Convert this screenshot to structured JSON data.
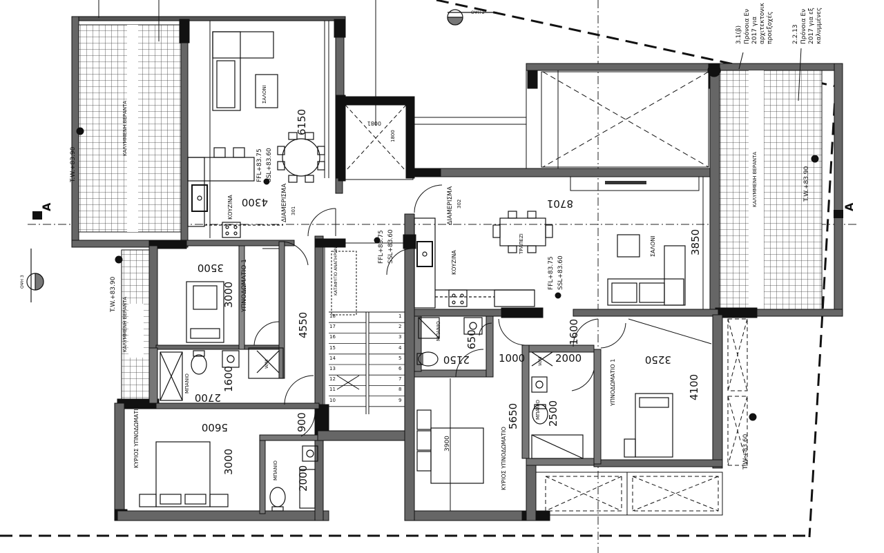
{
  "apartment_301": {
    "veranda_left": "ΚΑΛΥΜΜΕΝΗ ΒΕΡΑΝΤΑ",
    "veranda_left_level": "T.W.+83.90",
    "saloni": "ΣΑΛΟΝΙ",
    "kouzina": "ΚΟΥΖΙΝΑ",
    "apartment_label": "ΔΙΑΜΕΡΙΣΜΑ",
    "apartment_number": "301",
    "ffl": "FFL+83.75",
    "ssl": "SSL+83.60",
    "dim_6150": "6150",
    "dim_4300": "4300",
    "bedroom1": "ΥΠΝΟΔΩΜΑΤΙΟ 1",
    "dim_3500": "3500",
    "dim_3000a": "3000",
    "dim_4550": "4550",
    "bath": "ΜΠΑΝΙΟ",
    "wm": "W/M",
    "dim_1600": "1600",
    "dim_2700": "2700",
    "small_veranda": "ΚΑΛΥΜΜΕΝΗ ΒΕΡΑΝΤΑ",
    "small_veranda_level": "T.W.+83.90",
    "master": "ΚΥΡΙΟΣ ΥΠΝΟΔΩΜΑΤΙΟ",
    "dim_5600": "5600",
    "dim_3000b": "3000",
    "dim_900": "900",
    "bath2": "ΜΠΑΝΙΟ",
    "dim_2000": "2000"
  },
  "core": {
    "shaft_dim_top": "0081",
    "shaft_dim_side": "1800",
    "ffl": "FFL+83.75",
    "ssl": "SSL+83.60",
    "storage": "ΚΑΤΑΦΥΓΙΟ ΑΝΑΠΗΡΩΝ",
    "stairs_left": [
      "18",
      "17",
      "16",
      "15",
      "14",
      "13",
      "12",
      "11",
      "10"
    ],
    "stairs_right": [
      "1",
      "2",
      "3",
      "4",
      "5",
      "6",
      "7",
      "8",
      "9"
    ]
  },
  "apartment_302": {
    "apartment_label": "ΔΙΑΜΕΡΙΣΜΑ",
    "apartment_number": "302",
    "dim_8701": "8701",
    "kouzina": "ΚΟΥΖΙΝΑ",
    "trapezi": "ΤΡΑΠΕΖΙ",
    "ffl": "FFL+83.75",
    "ssl": "SSL+83.60",
    "saloni": "ΣΑΛΟΝΙ",
    "dim_3850": "3850",
    "veranda": "ΚΑΛΥΜΜΕΝΗ ΒΕΡΑΝΤΑ",
    "veranda_level": "T.W.+83.90",
    "bath": "ΜΠΑΝΙΟ",
    "dim_650": "650",
    "dim_2150": "2150",
    "dim_1000": "1000",
    "wm": "W/M",
    "dim_2000": "2000",
    "dim_1600": "1600",
    "bedroom1": "ΥΠΝΟΔΩΜΑΤΙΟ 1",
    "dim_3250": "3250",
    "dim_4100": "4100",
    "master": "ΚΥΡΙΟΣ ΥΠΝΟΔΩΜΑΤΙΟ",
    "dim_5650": "5650",
    "bed_3900": "3900",
    "bath2": "ΜΠΑΝΙΟ",
    "dim_2500": "2500",
    "right_level": "T.W.+83.60"
  },
  "section": {
    "left": "A",
    "right": "A"
  },
  "views": {
    "top": "ΟΨΗ 2",
    "left": "ΟΨΗ 3"
  },
  "notes": {
    "note1_ref": "3.1(β)",
    "note1_lines": [
      "Πρόνοια Εν",
      "2017 για",
      "αρχιτεκτονικ",
      "προεξοχές"
    ],
    "note2_ref": "2.2.13",
    "note2_lines": [
      "Πρόνοια Εν",
      "2017 για εξ",
      "καλυμμένες"
    ]
  }
}
